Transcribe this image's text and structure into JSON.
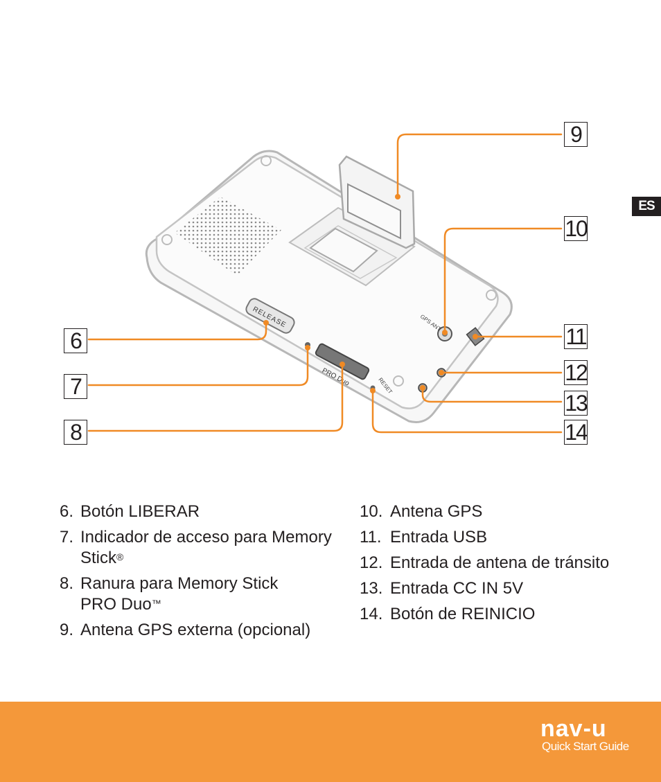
{
  "lang_tab": "ES",
  "callouts": {
    "c6": "6",
    "c7": "7",
    "c8": "8",
    "c9": "9",
    "c10": "10",
    "c11": "11",
    "c12": "12",
    "c13": "13",
    "c14": "14"
  },
  "device_labels": {
    "release": "RELEASE",
    "pro_duo": "PRO Duo",
    "reset": "RESET",
    "gps_ant": "GPS ANT"
  },
  "parts_left": [
    {
      "num": "6.",
      "text": "Botón LIBERAR"
    },
    {
      "num": "7.",
      "text": "Indicador de acceso para Memory Stick",
      "sup": "®"
    },
    {
      "num": "8.",
      "text": "Ranura para Memory Stick PRO Duo",
      "sup": "™"
    },
    {
      "num": "9.",
      "text": "Antena GPS externa (opcional)"
    }
  ],
  "parts_right": [
    {
      "num": "10.",
      "text": "Antena GPS"
    },
    {
      "num": "11.",
      "text": "Entrada USB"
    },
    {
      "num": "12.",
      "text": "Entrada de antena de tránsito"
    },
    {
      "num": "13.",
      "text": "Entrada CC IN 5V"
    },
    {
      "num": "14.",
      "text": "Botón de REINICIO"
    }
  ],
  "footer": {
    "brand": "nav-u",
    "subtitle": "Quick Start Guide"
  },
  "colors": {
    "accent": "#f4983a",
    "leader_line": "#f08a24",
    "text": "#231f20",
    "device_outline": "#b5b5b5"
  }
}
